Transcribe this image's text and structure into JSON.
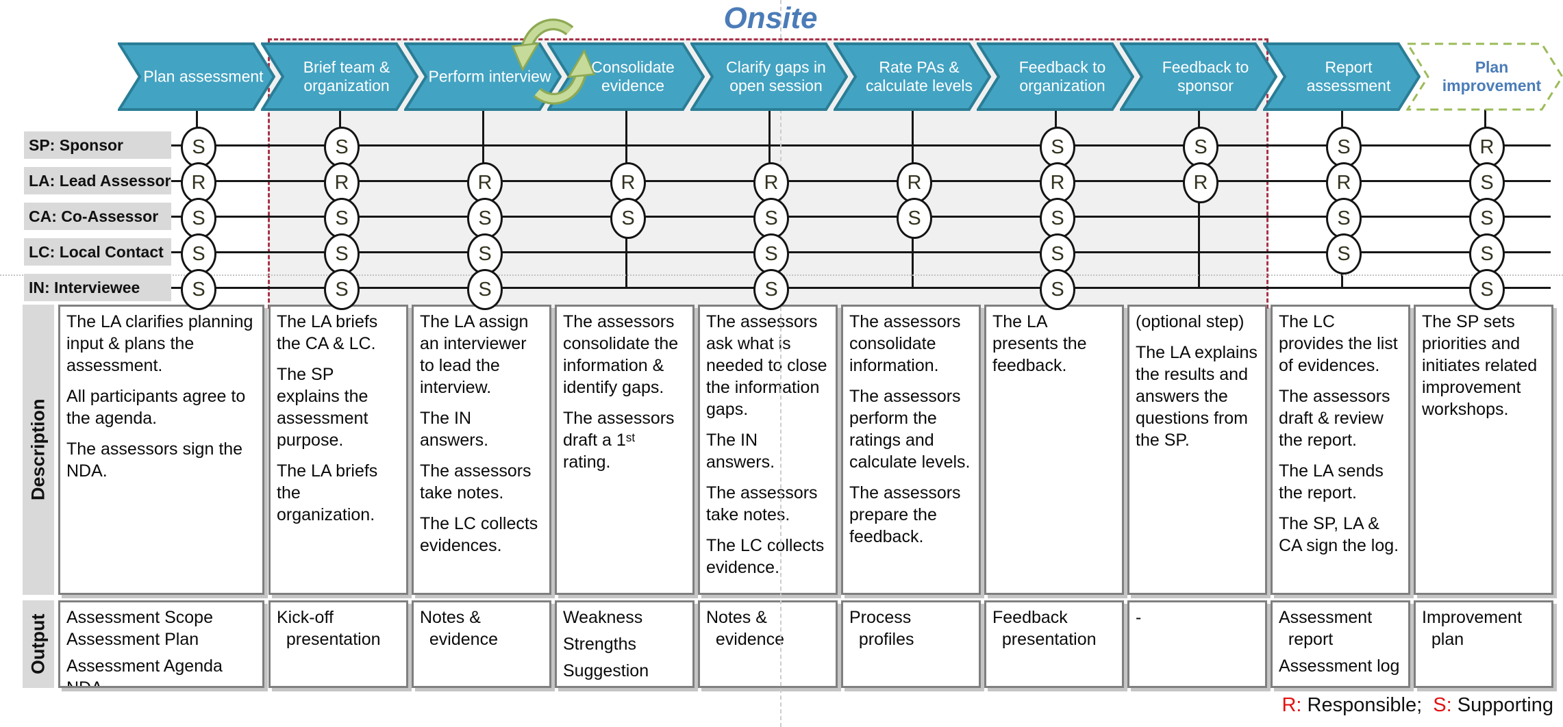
{
  "slide": {
    "onsite_label": "Onsite",
    "row_labels": {
      "description": "Description",
      "output": "Output"
    },
    "legend": {
      "r_key": "R:",
      "r_label": " Responsible;  ",
      "s_key": "S:",
      "s_label": " Supporting"
    },
    "roles": [
      {
        "id": "SP",
        "label": "SP: Sponsor"
      },
      {
        "id": "LA",
        "label": "LA: Lead Assessor"
      },
      {
        "id": "CA",
        "label": "CA: Co-Assessor"
      },
      {
        "id": "LC",
        "label": "LC: Local Contact"
      },
      {
        "id": "IN",
        "label": "IN: Interviewee"
      }
    ],
    "steps": [
      {
        "label": "Plan assessment",
        "onsite": false,
        "variant": "solid",
        "raci": {
          "SP": "S",
          "LA": "R",
          "CA": "S",
          "LC": "S",
          "IN": "S"
        },
        "description": [
          "The LA clarifies planning input & plans the assessment.",
          "All participants agree to the agenda.",
          "The assessors sign the NDA."
        ],
        "output": [
          "Assessment Scope\nAssessment Plan",
          "Assessment Agenda NDA"
        ]
      },
      {
        "label": "Brief team & organization",
        "onsite": true,
        "variant": "solid",
        "raci": {
          "SP": "S",
          "LA": "R",
          "CA": "S",
          "LC": "S",
          "IN": "S"
        },
        "description": [
          "The LA briefs the CA & LC.",
          "The SP explains the  assessment purpose.",
          "The LA briefs the organization."
        ],
        "output": [
          "Kick-off\n  presentation"
        ]
      },
      {
        "label": "Perform interview",
        "onsite": true,
        "variant": "solid",
        "loop_icon": true,
        "raci": {
          "LA": "R",
          "CA": "S",
          "LC": "S",
          "IN": "S"
        },
        "description": [
          "The LA assign an interviewer to lead the interview.",
          "The IN answers.",
          "The assessors take notes.",
          "The LC collects evidences."
        ],
        "output": [
          "Notes &\n  evidence"
        ]
      },
      {
        "label": "Consolidate evidence",
        "onsite": true,
        "variant": "solid",
        "raci": {
          "LA": "R",
          "CA": "S"
        },
        "description": [
          "The assessors consolidate the information & identify gaps.",
          "The assessors draft a 1ˢᵗ rating."
        ],
        "output": [
          "Weakness",
          "Strengths",
          "Suggestion"
        ]
      },
      {
        "label": "Clarify gaps in open session",
        "onsite": true,
        "variant": "solid",
        "raci": {
          "LA": "R",
          "CA": "S",
          "LC": "S",
          "IN": "S"
        },
        "description": [
          "The assessors ask what is needed to close the information gaps.",
          "The IN answers.",
          "The assessors take notes.",
          "The LC collects evidence."
        ],
        "output": [
          "Notes &\n  evidence"
        ]
      },
      {
        "label": "Rate PAs & calculate levels",
        "onsite": true,
        "variant": "solid",
        "raci": {
          "LA": "R",
          "CA": "S"
        },
        "description": [
          "The assessors consolidate information.",
          "The assessors perform the ratings and calculate levels.",
          "The assessors prepare the feedback."
        ],
        "output": [
          "Process\n  profiles"
        ]
      },
      {
        "label": "Feedback to organization",
        "onsite": true,
        "variant": "solid",
        "raci": {
          "SP": "S",
          "LA": "R",
          "CA": "S",
          "LC": "S",
          "IN": "S"
        },
        "description": [
          "The LA presents the feedback."
        ],
        "output": [
          "Feedback\n  presentation"
        ]
      },
      {
        "label": "Feedback to sponsor",
        "onsite": true,
        "variant": "solid",
        "raci": {
          "SP": "S",
          "LA": "R"
        },
        "description": [
          "(optional step)",
          "The LA explains the results and answers the questions from the SP."
        ],
        "output": [
          "-"
        ]
      },
      {
        "label": "Report assessment",
        "onsite": false,
        "variant": "solid",
        "raci": {
          "SP": "S",
          "LA": "R",
          "CA": "S",
          "LC": "S"
        },
        "description": [
          "The LC provides the list of evidences.",
          "The assessors draft & review the report.",
          "The LA sends the report.",
          "The SP, LA & CA sign the log."
        ],
        "output": [
          "Assessment\n  report",
          "Assessment log"
        ]
      },
      {
        "label": "Plan improvement",
        "onsite": false,
        "variant": "outlined",
        "raci": {
          "SP": "R",
          "LA": "S",
          "CA": "S",
          "LC": "S",
          "IN": "S"
        },
        "description": [
          "The SP sets priorities and initiates related improvement workshops."
        ],
        "output": [
          "Improvement\n  plan"
        ]
      }
    ],
    "colors": {
      "chevron_fill": "#43A3C2",
      "chevron_border": "#2A7D96",
      "chevron_text": "#FFFFFF",
      "onsite_bg": "#F0F0F0",
      "onsite_border": "#A83248",
      "outlined_border": "#9BBB59",
      "accent_blue": "#4B7CB8",
      "label_bg": "#D9D9D9",
      "cell_border": "#7F7F7F",
      "legend_red": "#E21212",
      "loop_green_light": "#C6DA9A",
      "loop_green_dark": "#8DA952"
    }
  }
}
